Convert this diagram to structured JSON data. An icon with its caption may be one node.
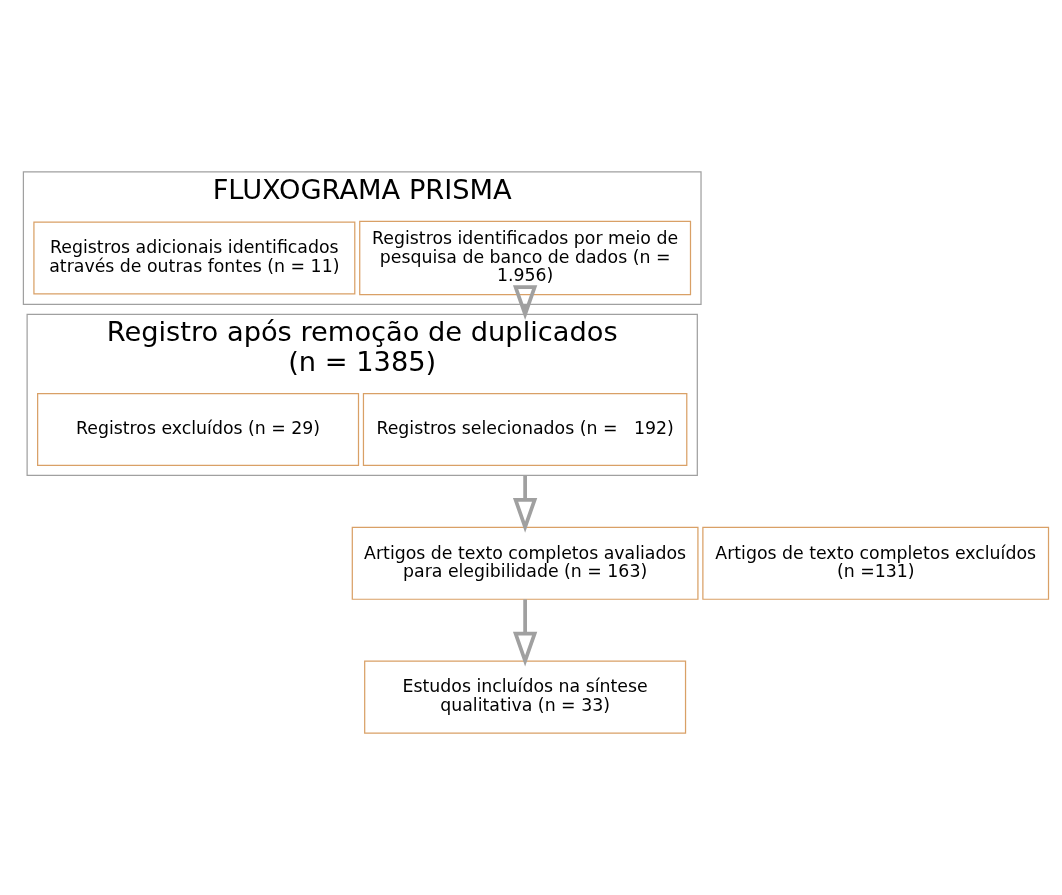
{
  "diagram": {
    "nodes": [
      {
        "text": [
          "FLUXOGRAMA PRISMA"
        ]
      },
      {
        "text": [
          "Registros identificados por meio de pesquisa de banco de dados (n = 1.956)"
        ],
        "in": 0
      },
      {
        "text": [
          "Registros adicionais identificados através de outras fontes (n = 11)"
        ],
        "in": 0
      },
      {
        "text": [
          "Registro após remoção de duplicados (n = 1385)"
        ]
      },
      {
        "text": [
          "Registros selecionados (n =   192)"
        ],
        "in": 3
      },
      {
        "text": [
          "Registros excluídos (n = 29)"
        ],
        "in": 3
      },
      {
        "text": [
          "Artigos de texto completos avaliados para elegibilidade (n = 163)"
        ]
      },
      {
        "text": [
          "Artigos de texto completos excluídos (n =131)"
        ]
      },
      {
        "text": [
          "Estudos incluídos na síntese qualitativa (n = 33)"
        ]
      }
    ],
    "edges": [
      {
        "from": 0,
        "to": 3,
        "arrow": "to"
      },
      {
        "from": 3,
        "to": 6,
        "arrow": "to"
      },
      {
        "from": 6,
        "to": 8,
        "arrow": "to"
      }
    ]
  }
}
